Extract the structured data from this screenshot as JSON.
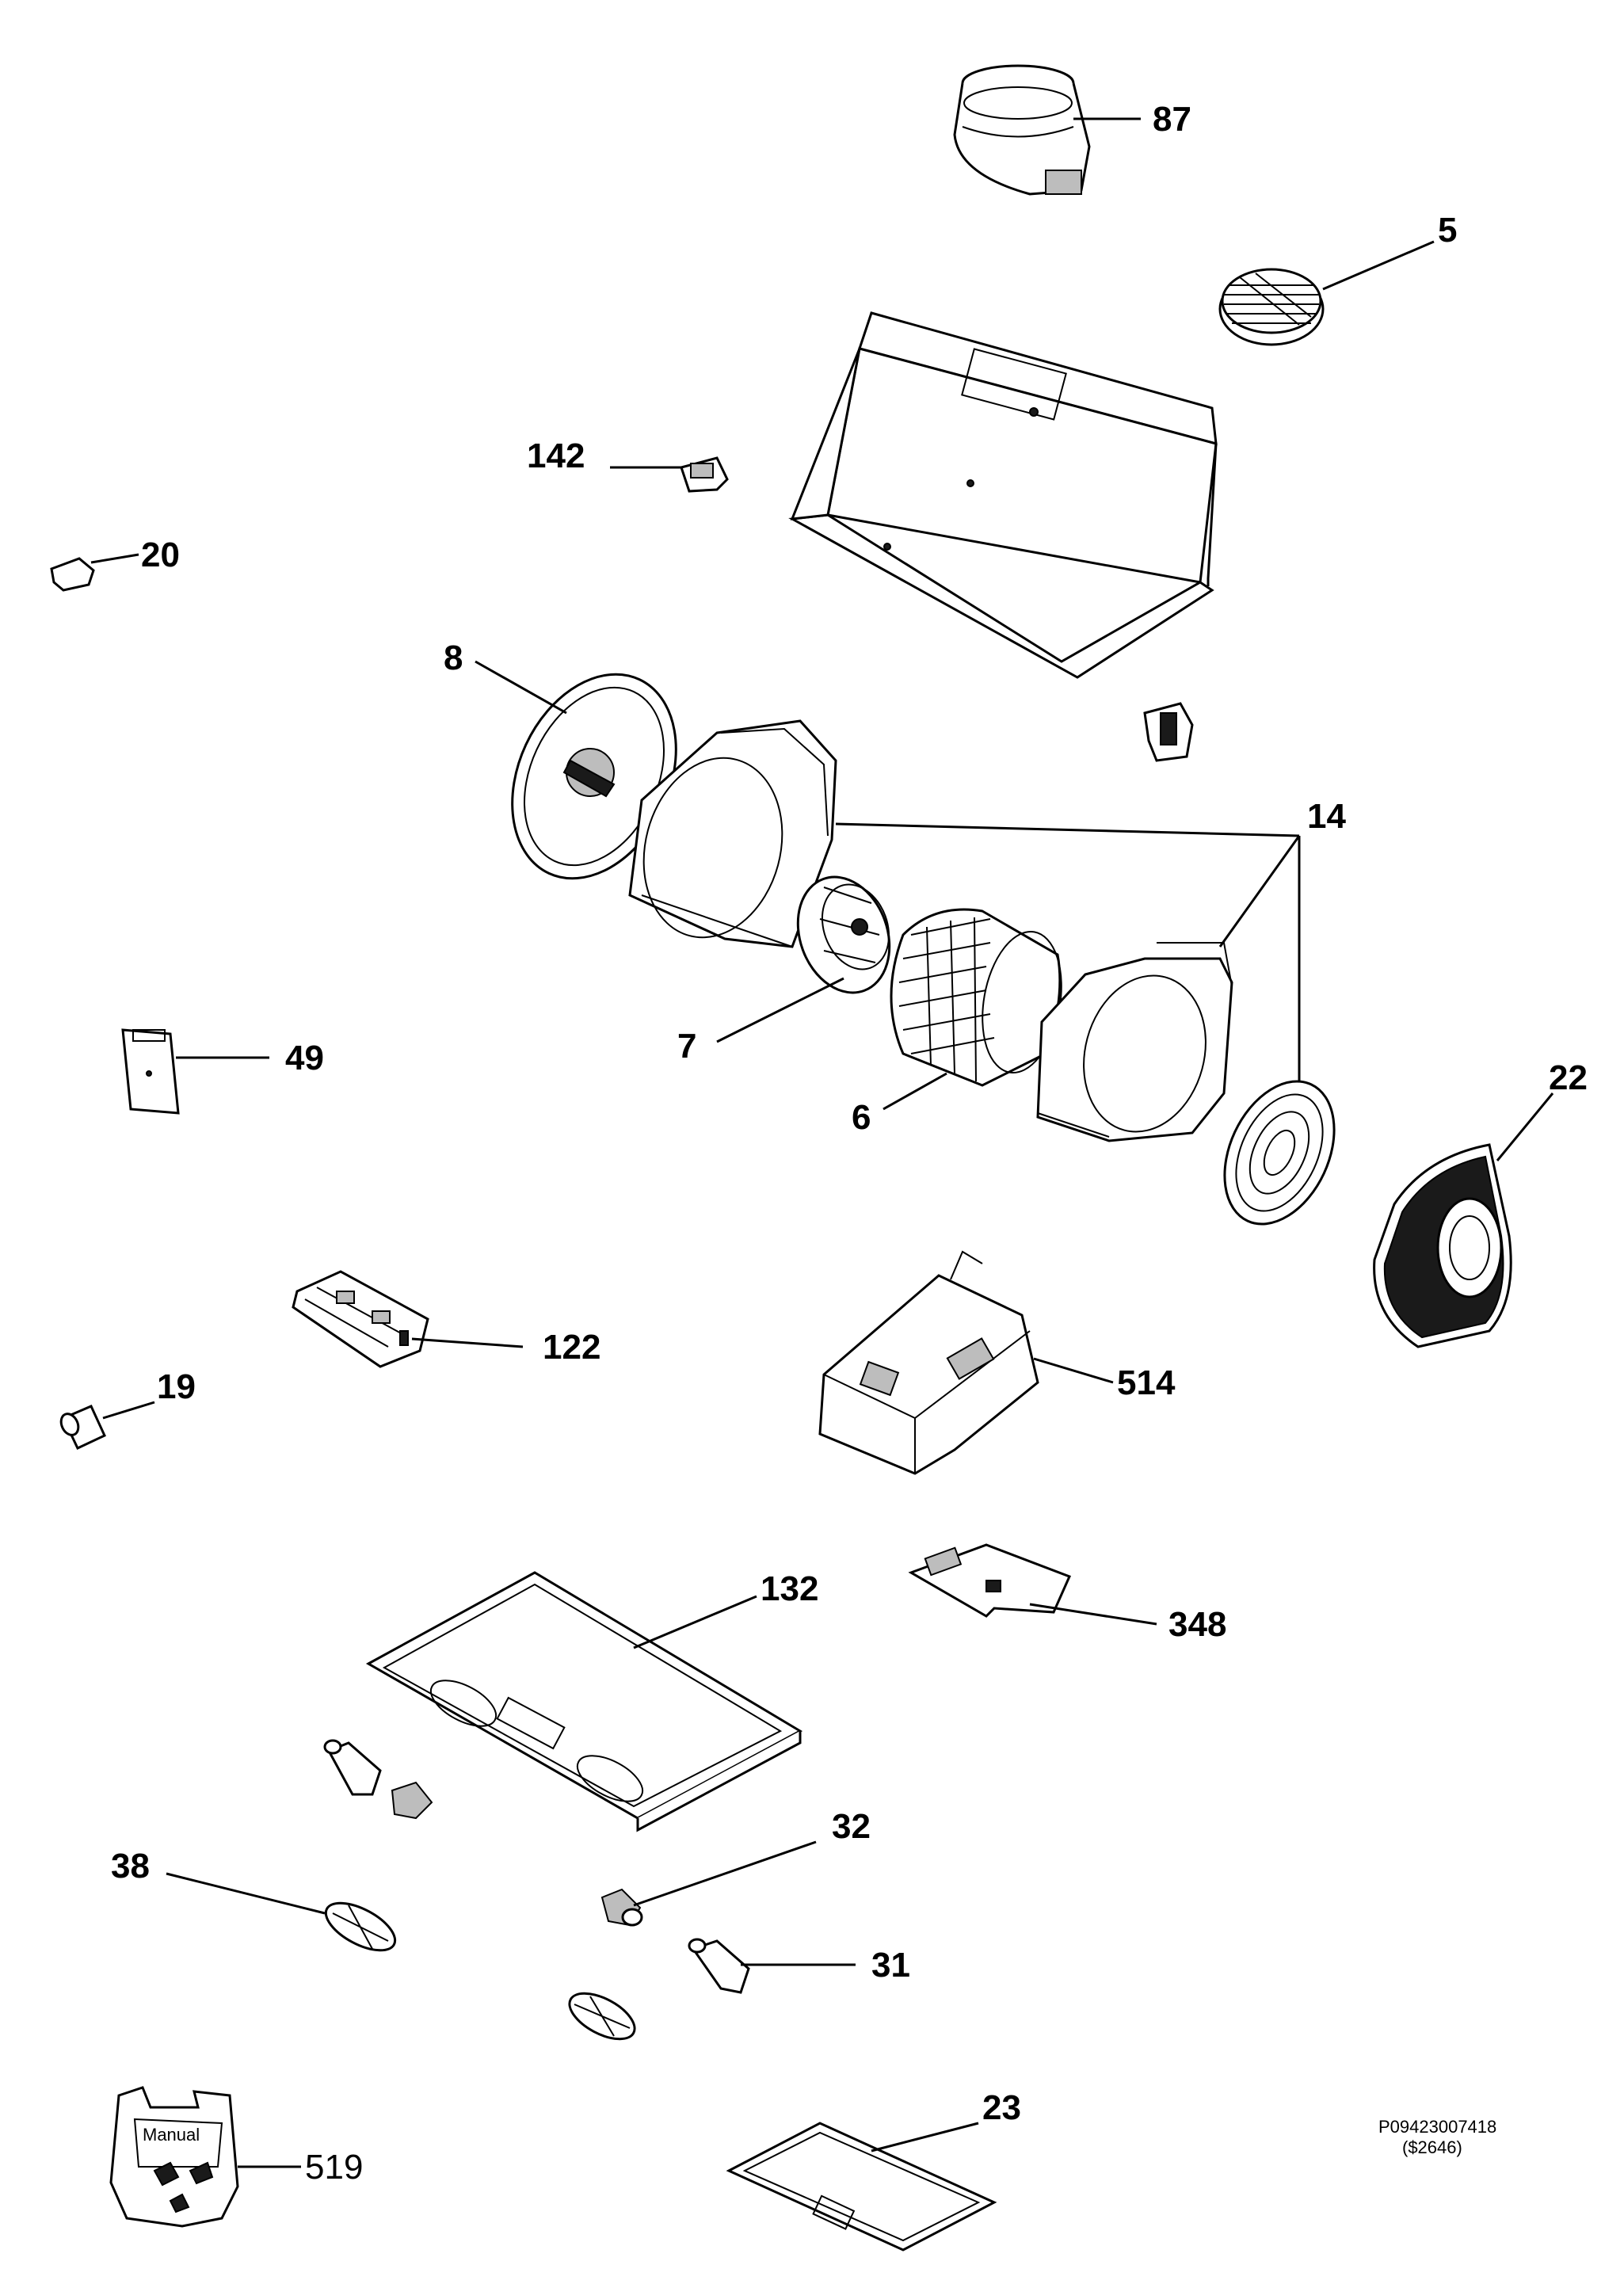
{
  "diagram": {
    "parts": [
      {
        "id": "87",
        "label": "87"
      },
      {
        "id": "5",
        "label": "5"
      },
      {
        "id": "142",
        "label": "142"
      },
      {
        "id": "20",
        "label": "20"
      },
      {
        "id": "8",
        "label": "8"
      },
      {
        "id": "14",
        "label": "14"
      },
      {
        "id": "7",
        "label": "7"
      },
      {
        "id": "49",
        "label": "49"
      },
      {
        "id": "6",
        "label": "6"
      },
      {
        "id": "22",
        "label": "22"
      },
      {
        "id": "122",
        "label": "122"
      },
      {
        "id": "19",
        "label": "19"
      },
      {
        "id": "514",
        "label": "514"
      },
      {
        "id": "132",
        "label": "132"
      },
      {
        "id": "348",
        "label": "348"
      },
      {
        "id": "32",
        "label": "32"
      },
      {
        "id": "38",
        "label": "38"
      },
      {
        "id": "31",
        "label": "31"
      },
      {
        "id": "23",
        "label": "23"
      },
      {
        "id": "519",
        "label": "519"
      }
    ],
    "manual_text": "Manual",
    "reference_code": "P09423007418",
    "price_code": "($2646)"
  }
}
